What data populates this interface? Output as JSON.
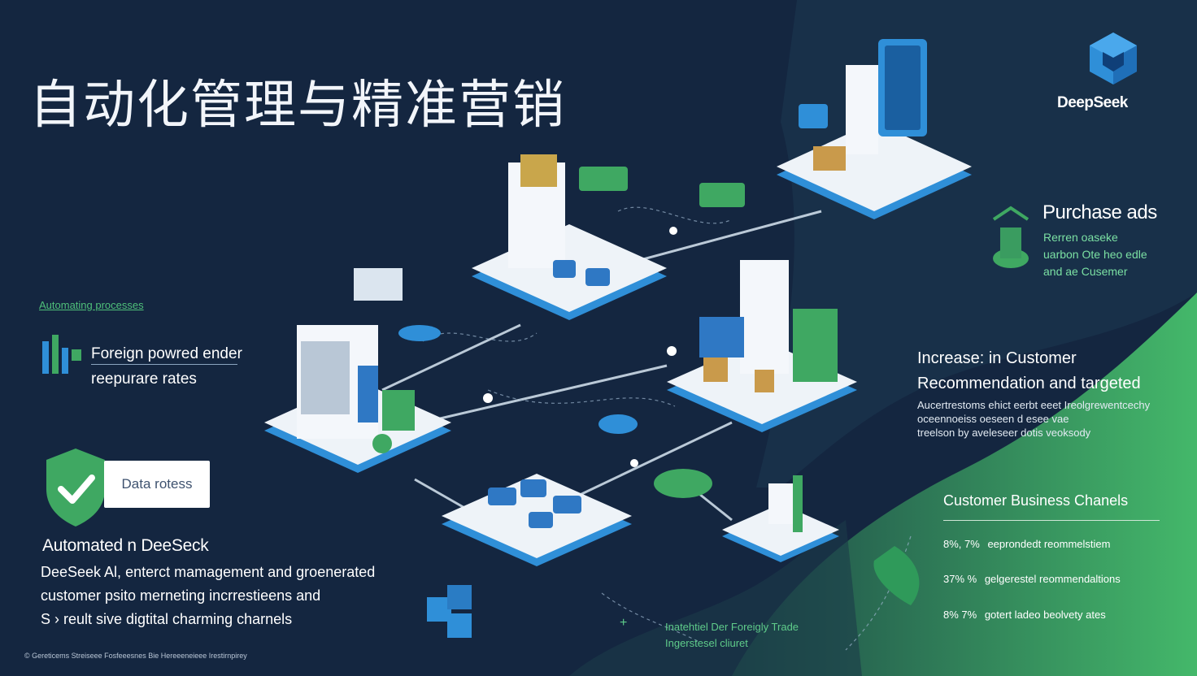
{
  "title": "自动化管理与精准营销",
  "brand": {
    "name": "DeepSeek",
    "logo_icon": "cube-logo-icon"
  },
  "colors": {
    "background": "#142640",
    "accent_green": "#3fa862",
    "platform_blue": "#2f8fd8"
  },
  "left_panel": {
    "process_label": "Automating processes",
    "foreign_lines": [
      "Foreign powred ender",
      "reepurare rates"
    ],
    "data_box_label": "Data rotess",
    "shield_icon": "shield-check-icon",
    "automated_title": "Automated n DeeSeck",
    "automated_lines": [
      "DeeSeek Al, enterct mamagement and groenerated",
      "customer psito merneting incrrestieens and",
      "S › reult sive digtital charming charnels"
    ],
    "footnote": "© Gereticems Streiseee Fosfeeesnes Bie Hereeeneieee Irestirnpirey"
  },
  "right_panel": {
    "purchase_title": "Purchase ads",
    "purchase_lines": [
      "Rerren oaseke",
      "uarbon Ote heo edle",
      "and ae Cusemer"
    ],
    "increase_lines": [
      "Increase: in Customer",
      "Recommendation and targeted"
    ],
    "increase_body": [
      "Aucertrestoms ehict eerbt eeet Ireolgrewentcechy",
      "oceennoeiss oeseen d esee vae",
      "treelson by aveleseer dotis veoksody"
    ],
    "channels_title": "Customer Business Chanels",
    "channels": [
      {
        "value": "8%, 7%",
        "text": "eeprondedt reommelstiem"
      },
      {
        "value": "37% %",
        "text": "gelgerestel reommendaltions"
      },
      {
        "value": "8% 7%",
        "text": "gotert ladeo beolvety ates"
      }
    ]
  },
  "bottom_note": {
    "plus": "+",
    "lines": [
      "Inatehtiel Der Foreigly Trade",
      "Ingerstesel cliuret"
    ]
  }
}
